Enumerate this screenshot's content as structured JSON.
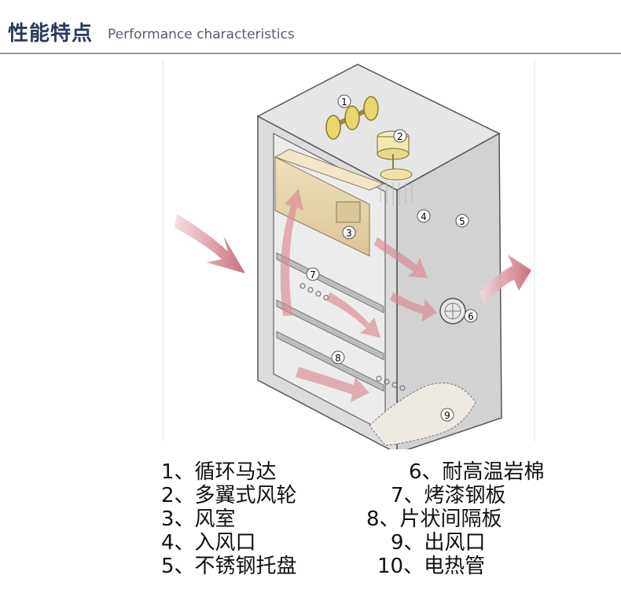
{
  "header": {
    "title_zh": "性能特点",
    "title_en": "Performance characteristics"
  },
  "diagram": {
    "callouts": [
      "1",
      "2",
      "3",
      "4",
      "5",
      "6",
      "7",
      "8",
      "9"
    ]
  },
  "legend": {
    "left": [
      "1、循环马达",
      "2、多翼式风轮",
      "3、风室",
      "4、入风口",
      "5、不锈钢托盘"
    ],
    "right": [
      "6、耐高温岩棉",
      "7、烤漆钢板",
      "8、片状间隔板",
      "9、出风口",
      "10、电热管"
    ]
  }
}
